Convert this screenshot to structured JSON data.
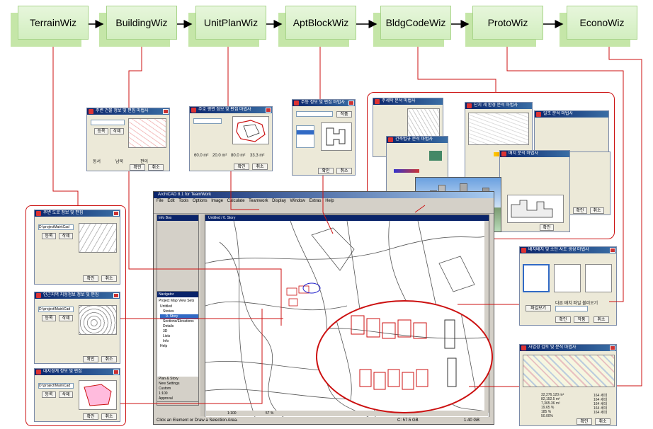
{
  "wizards": [
    "TerrainWiz",
    "BuildingWiz",
    "UnitPlanWiz",
    "AptBlockWiz",
    "BldgCodeWiz",
    "ProtoWiz",
    "EconoWiz"
  ],
  "cad": {
    "title": "ArchiCAD 8.1 for TeamWork",
    "menu": "File Edit Tools Options Image Calculate Teamwork Display Window Extras Help",
    "toolbox_title": "Info Box",
    "navigator_title": "Navigator",
    "nav_tabs": [
      "Project Map",
      "View Sets"
    ],
    "nav_items": [
      "Untitled",
      "Stories",
      "0. Story",
      "Sections/Elevations",
      "Details",
      "3D",
      "Lists",
      "Info",
      "Help"
    ],
    "view_title": "Untitled / 0. Story",
    "status": "Click an Element or Draw a Selection Area.",
    "disk": "C: 57.5 GB",
    "mem": "1.40 GB",
    "scale": "1:100",
    "zoom": "57 %",
    "view_settings": [
      "Plan & Story",
      "New Settings",
      "Custom",
      "1:100",
      "Approval"
    ]
  },
  "dialogs": {
    "building": {
      "title": "주변 건물 정보 및 편집 마법사",
      "b1": "등록",
      "b2": "삭제",
      "ok": "확인",
      "cancel": "취소",
      "r": [
        "동서",
        "남북",
        "편의"
      ]
    },
    "unitplan": {
      "title": "주호 평면 정보 및 편집 마법사",
      "ok": "확인",
      "cancel": "취소",
      "vals": [
        "60.0 m²",
        "20.0 m²",
        "80.0 m²",
        "33.3 m²"
      ]
    },
    "aptblock": {
      "title": "주동 정보 및 편집 마법사",
      "ok": "확인",
      "cancel": "취소",
      "btn": "작품"
    },
    "terrain1": {
      "title": "주변 도로 정보 및 편집",
      "b1": "등록",
      "b2": "삭제",
      "ok": "확인",
      "cancel": "취소",
      "path": "D:\\projectMain\\Cad"
    },
    "terrain2": {
      "title": "인근지역 지형정보 정보 및 편집",
      "b1": "등록",
      "b2": "삭제",
      "ok": "확인",
      "cancel": "취소",
      "path": "D:\\project\\Main\\Cad"
    },
    "terrain3": {
      "title": "대지경계 정보 및 편집",
      "b1": "등록",
      "b2": "삭제",
      "ok": "확인",
      "cancel": "취소",
      "path": "D:\\project\\Main\\Cad"
    },
    "proto": {
      "title": "배치배치 및 소단 사도 생성 마법사",
      "b1": "확인",
      "b2": "작품",
      "b3": "취소",
      "btn": "다른 배치 파일 불러오기",
      "btn2": "파일보기"
    },
    "econo": {
      "title": "사업성 검토 및 분석 마법사",
      "ok": "확인",
      "cancel": "취소",
      "vals": [
        "32,276.120 m²",
        "82,152.5 m²",
        "7,365.36 m²",
        "19.65 %",
        "185 %",
        "50.00%"
      ],
      "rvals": [
        "164 세대",
        "164 세대",
        "164 세대",
        "164 세대",
        "164 세대"
      ]
    },
    "bldgcode": {
      "titles": [
        "주세탁 분석 마법사",
        "건축법규 분석 마법사",
        "단지 세 환경 분석 마법사",
        "일조 분석 마법사",
        "배치 분석 마법사"
      ],
      "ok": "확인",
      "cancel": "취소"
    }
  },
  "colors": {
    "wiz_front": "#d2eebf",
    "wiz_back": "#c5e6a8",
    "callout": "#cc1111",
    "title_bar": "#0a246a"
  }
}
